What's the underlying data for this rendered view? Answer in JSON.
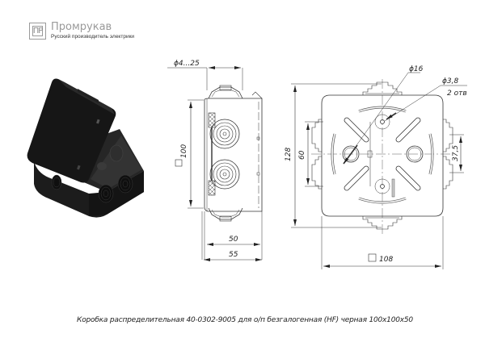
{
  "logo": {
    "mark": "ПР",
    "brand": "Промрукав",
    "tagline": "Русский производитель электрики",
    "color": "#9a9a9a"
  },
  "product_view": {
    "description": "3D render of black junction box with open lid",
    "color": "#1a1a1a"
  },
  "side_view": {
    "dimensions": {
      "entry_diameter": "ϕ4...25",
      "height": "100",
      "inner_depth": "50",
      "outer_depth": "55"
    }
  },
  "top_view": {
    "dimensions": {
      "knockout_diameter": "ϕ16",
      "screw_hole": "ϕ3,8",
      "screw_hole_count": "2 отв",
      "overall_height": "128",
      "mount_spacing": "60",
      "gland_spacing": "37,5",
      "overall_width": "108"
    }
  },
  "caption": "Коробка распределительная 40-0302-9005 для о/п безгалогенная (HF) черная 100х100х50",
  "line_color": "#333333"
}
